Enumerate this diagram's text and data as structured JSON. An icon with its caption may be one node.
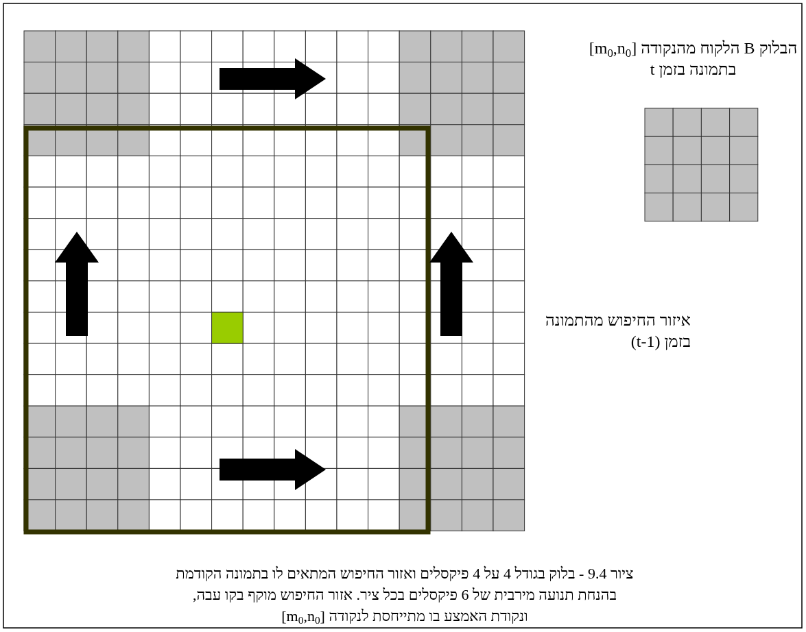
{
  "diagram": {
    "caption": "ציור 9.4 - בלוק בגודל 4 על 4 פיקסלים ואזור החיפוש המתאים לו בתמונה הקודמת בהנחת תנועה מירבית של 6 פיקסלים בכל ציר. אזור החיפוש מוקף בקו עבה, ונקודת האמצע בו מתייחסת לנקודה [m$_{0}$,n$_{0}$]",
    "labels": [
      "הבלוק B הלקוח מהנקודה [m$_{0}$,n$_{0}$] בתמונה בזמן t",
      "איזור החיפוש מהתמונה בזמן (t-1)"
    ]
  }
}
